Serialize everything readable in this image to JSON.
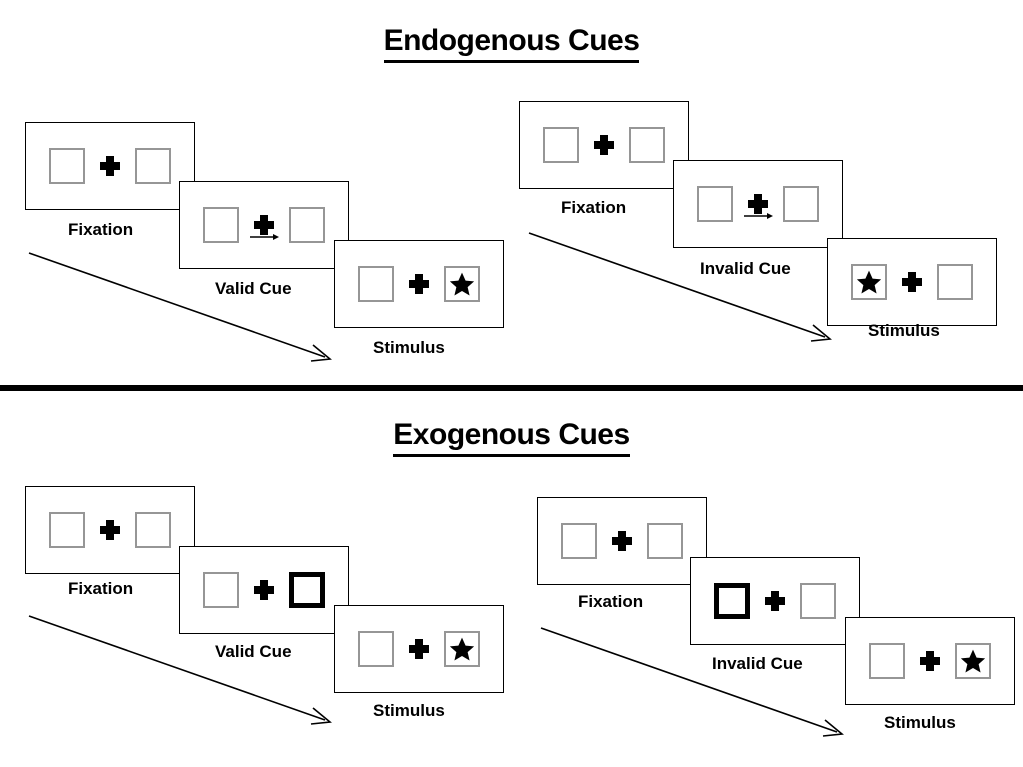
{
  "page": {
    "title_top": "Endogenous Cues",
    "title_bottom": "Exogenous Cues"
  },
  "sections": [
    {
      "id": "endogenous",
      "title": "Endogenous Cues",
      "groups": [
        {
          "id": "endogenous-valid",
          "panels": [
            {
              "caption": "Fixation",
              "left_box": {
                "cued": false,
                "star": false
              },
              "right_box": {
                "cued": false,
                "star": false
              },
              "arrow_cue": "none"
            },
            {
              "caption": "Valid Cue",
              "left_box": {
                "cued": false,
                "star": false
              },
              "right_box": {
                "cued": false,
                "star": false
              },
              "arrow_cue": "right"
            },
            {
              "caption": "Stimulus",
              "left_box": {
                "cued": false,
                "star": false
              },
              "right_box": {
                "cued": false,
                "star": true
              },
              "arrow_cue": "none"
            }
          ]
        },
        {
          "id": "endogenous-invalid",
          "panels": [
            {
              "caption": "Fixation",
              "left_box": {
                "cued": false,
                "star": false
              },
              "right_box": {
                "cued": false,
                "star": false
              },
              "arrow_cue": "none"
            },
            {
              "caption": "Invalid Cue",
              "left_box": {
                "cued": false,
                "star": false
              },
              "right_box": {
                "cued": false,
                "star": false
              },
              "arrow_cue": "right"
            },
            {
              "caption": "Stimulus",
              "left_box": {
                "cued": false,
                "star": true
              },
              "right_box": {
                "cued": false,
                "star": false
              },
              "arrow_cue": "none"
            }
          ]
        }
      ]
    },
    {
      "id": "exogenous",
      "title": "Exogenous Cues",
      "groups": [
        {
          "id": "exogenous-valid",
          "panels": [
            {
              "caption": "Fixation",
              "left_box": {
                "cued": false,
                "star": false
              },
              "right_box": {
                "cued": false,
                "star": false
              },
              "arrow_cue": "none"
            },
            {
              "caption": "Valid Cue",
              "left_box": {
                "cued": false,
                "star": false
              },
              "right_box": {
                "cued": true,
                "star": false
              },
              "arrow_cue": "none"
            },
            {
              "caption": "Stimulus",
              "left_box": {
                "cued": false,
                "star": false
              },
              "right_box": {
                "cued": false,
                "star": true
              },
              "arrow_cue": "none"
            }
          ]
        },
        {
          "id": "exogenous-invalid",
          "panels": [
            {
              "caption": "Fixation",
              "left_box": {
                "cued": false,
                "star": false
              },
              "right_box": {
                "cued": false,
                "star": false
              },
              "arrow_cue": "none"
            },
            {
              "caption": "Invalid Cue",
              "left_box": {
                "cued": true,
                "star": false
              },
              "right_box": {
                "cued": false,
                "star": false
              },
              "arrow_cue": "none"
            },
            {
              "caption": "Stimulus",
              "left_box": {
                "cued": false,
                "star": false
              },
              "right_box": {
                "cued": false,
                "star": true
              },
              "arrow_cue": "none"
            }
          ]
        }
      ]
    }
  ],
  "colors": {
    "panel_border": "#000000",
    "box_border": "#969696",
    "cue_border": "#000000",
    "stimulus": "#000000",
    "divider": "#000000",
    "background": "#ffffff"
  }
}
